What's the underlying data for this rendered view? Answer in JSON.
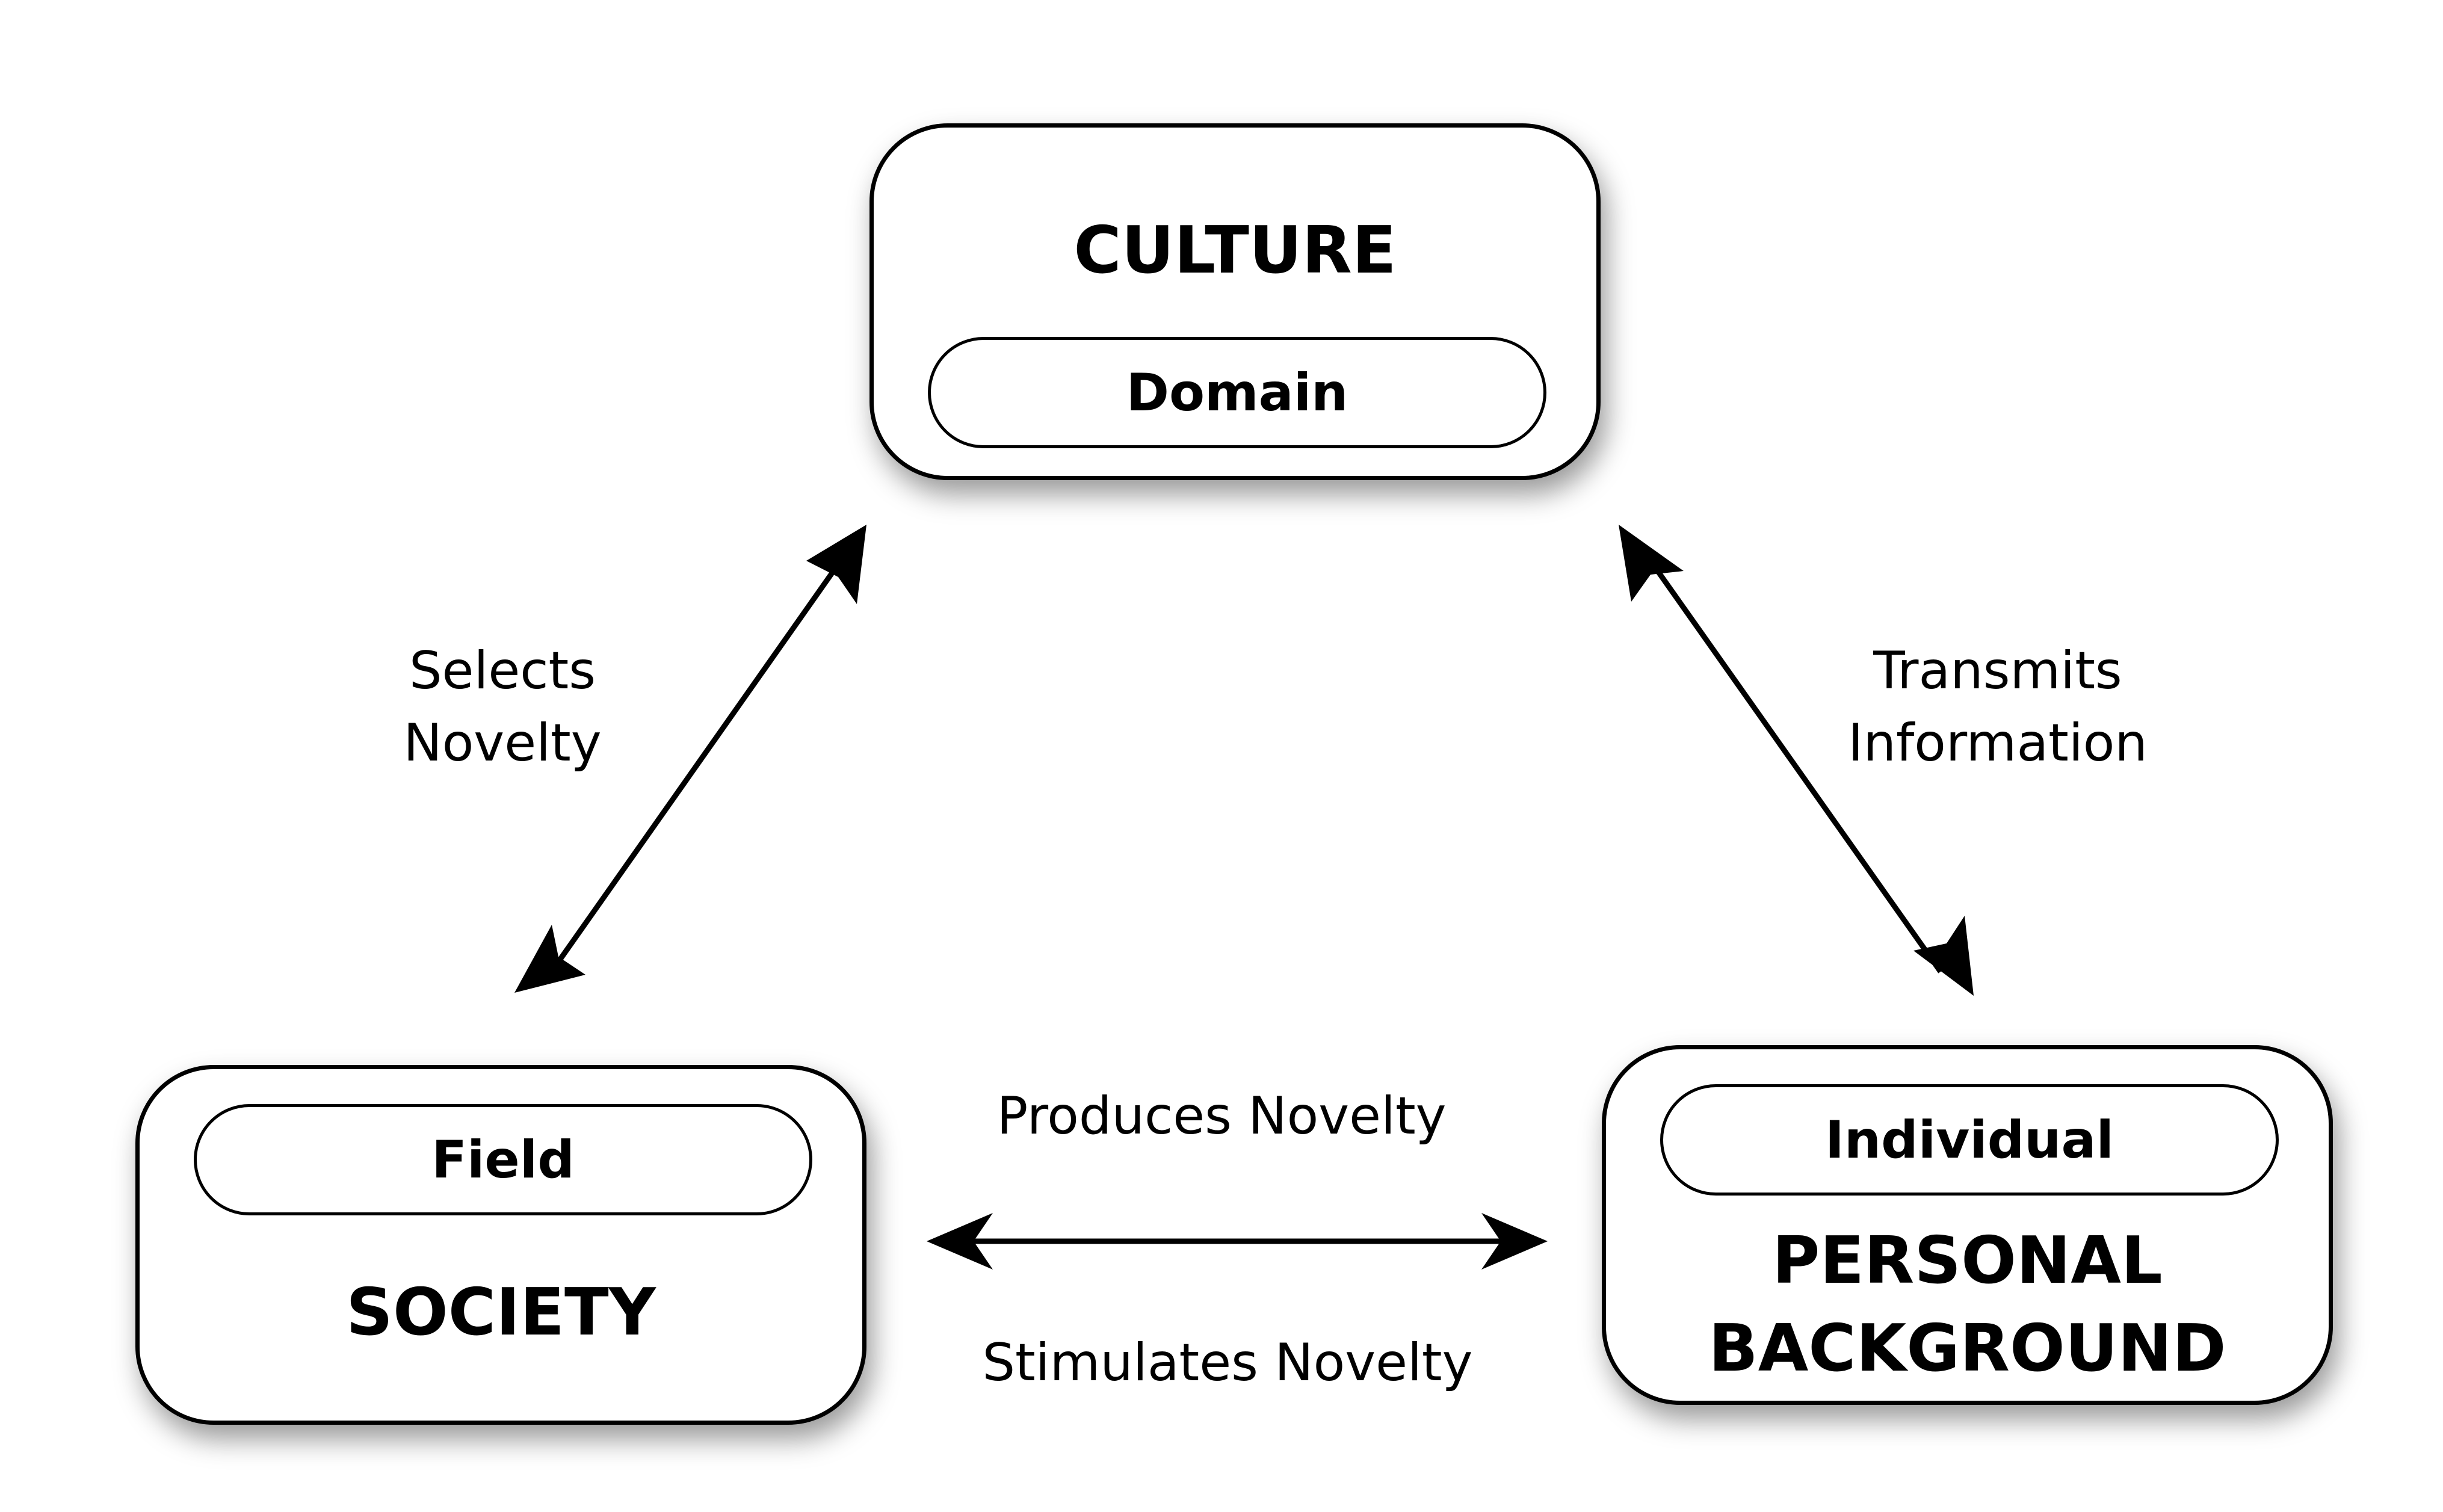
{
  "nodes": {
    "culture": {
      "title": "CULTURE",
      "inner": "Domain"
    },
    "society": {
      "title": "SOCIETY",
      "inner": "Field"
    },
    "personal": {
      "title_lines": [
        "PERSONAL",
        "BACKGROUND"
      ],
      "inner": "Individual"
    }
  },
  "edges": {
    "field_culture": {
      "label_lines": [
        "Selects",
        "Novelty"
      ]
    },
    "culture_individual": {
      "label_lines": [
        "Transmits",
        "Information"
      ]
    },
    "field_individual": {
      "label_top": "Produces Novelty",
      "label_bottom": "Stimulates Novelty"
    }
  }
}
